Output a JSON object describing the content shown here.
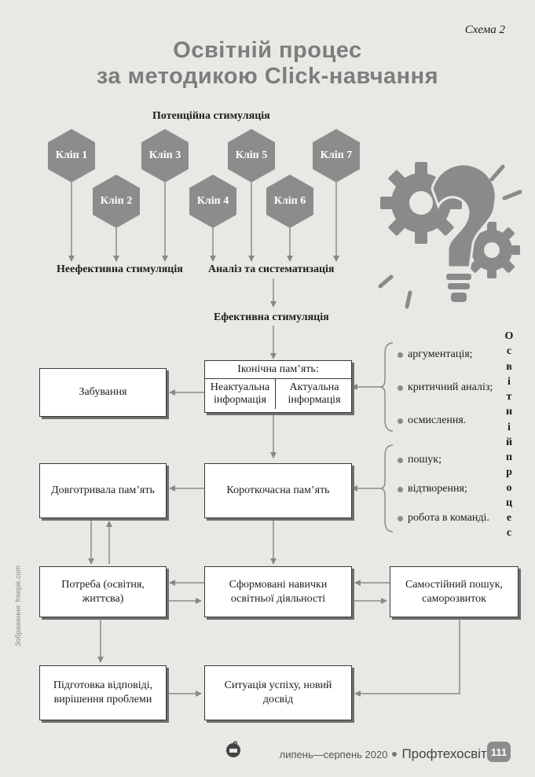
{
  "scheme_label": "Схема 2",
  "title": {
    "line1": "Освітній процес",
    "line2": "за методикою Click-навчання"
  },
  "potential_label": "Потенційна стимуляція",
  "clips": [
    "Кліп 1",
    "Кліп 2",
    "Кліп 3",
    "Кліп 4",
    "Кліп 5",
    "Кліп 6",
    "Кліп 7"
  ],
  "ineffective_label": "Неефективна стимуляція",
  "analysis_label": "Аналіз та систематизація",
  "effective_label": "Ефективна стимуляція",
  "iconic": {
    "title": "Іконічна пам’ять:",
    "left": "Неактуальна інформація",
    "right": "Актуальна інформація"
  },
  "boxes": {
    "forgetting": "Забування",
    "long_term": "Довготривала пам’ять",
    "short_term": "Короткочасна пам’ять",
    "need": "Потреба (освітня, життєва)",
    "skills": "Сформовані навички освітньої діяльності",
    "self_search": "Самостійний пошук, саморозвиток",
    "preparation": "Підготовка відповіді, вирішення проблеми",
    "success": "Ситуація успіху, новий досвід"
  },
  "bullets_top": [
    "аргументація;",
    "критичний аналіз;",
    "осмислення."
  ],
  "bullets_bottom": [
    "пошук;",
    "відтворення;",
    "робота в команді."
  ],
  "vertical_word1": [
    "О",
    "с",
    "в",
    "і",
    "т",
    "н",
    "і",
    "й"
  ],
  "vertical_word2": [
    "п",
    "р",
    "о",
    "ц",
    "е",
    "с"
  ],
  "side_credit": "Зображення: freepik.com",
  "footer": {
    "dates": "липень—серпень 2020",
    "journal": "Профтехосвіта",
    "page": "111"
  },
  "colors": {
    "hex_fill": "#8c8c8c",
    "title": "#7d7d7d",
    "icon": "#8a8a8a"
  }
}
